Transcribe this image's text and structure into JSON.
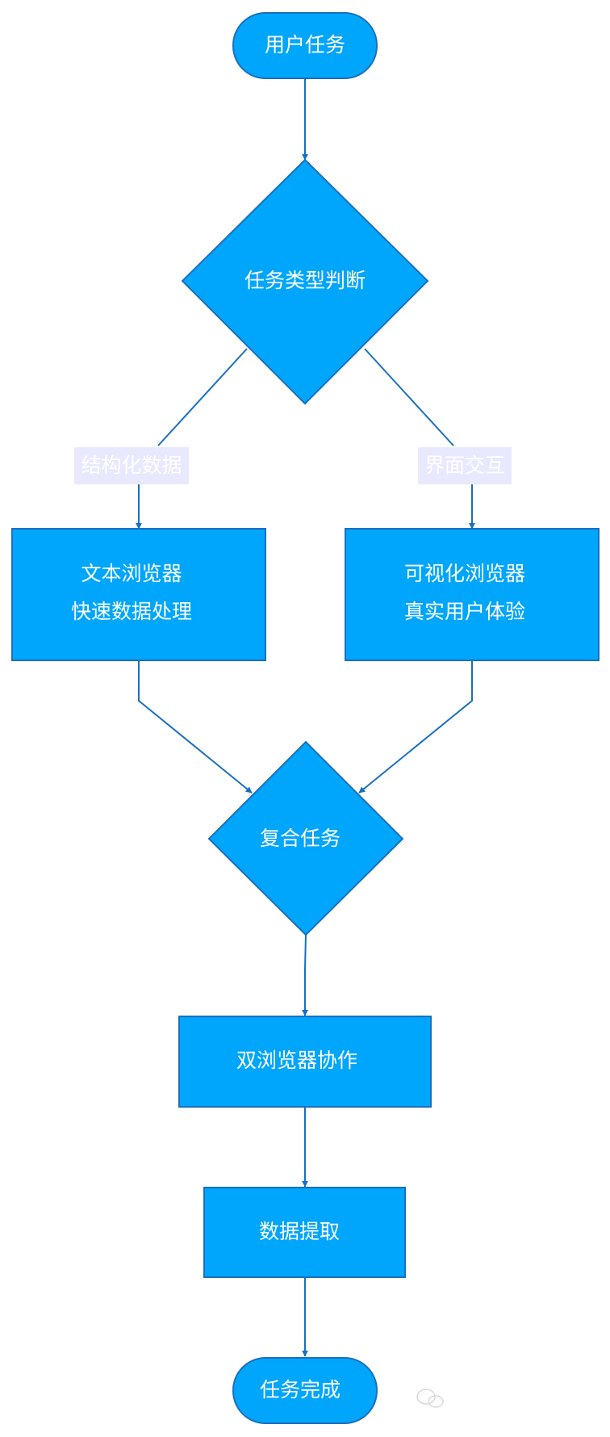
{
  "nodes": {
    "start": {
      "label": "用户任务"
    },
    "type_decision": {
      "label": "任务类型判断"
    },
    "text_browser": {
      "line1": "文本浏览器",
      "line2": "快速数据处理"
    },
    "visual_browser": {
      "line1": "可视化浏览器",
      "line2": "真实用户体验"
    },
    "composite_decision": {
      "label": "复合任务"
    },
    "dual_browser": {
      "label": "双浏览器协作"
    },
    "extract": {
      "label": "数据提取"
    },
    "end": {
      "label": "任务完成"
    }
  },
  "edges": {
    "structured_label": "结构化数据",
    "interactive_label": "界面交互"
  },
  "colors": {
    "node_fill": "#00a6fb",
    "node_stroke": "#1a6fc0",
    "edge": "#1a6fc0",
    "label_bg": "#e8e8ff",
    "text": "#ffffff"
  },
  "watermark": {
    "icon": "wechat-icon"
  }
}
